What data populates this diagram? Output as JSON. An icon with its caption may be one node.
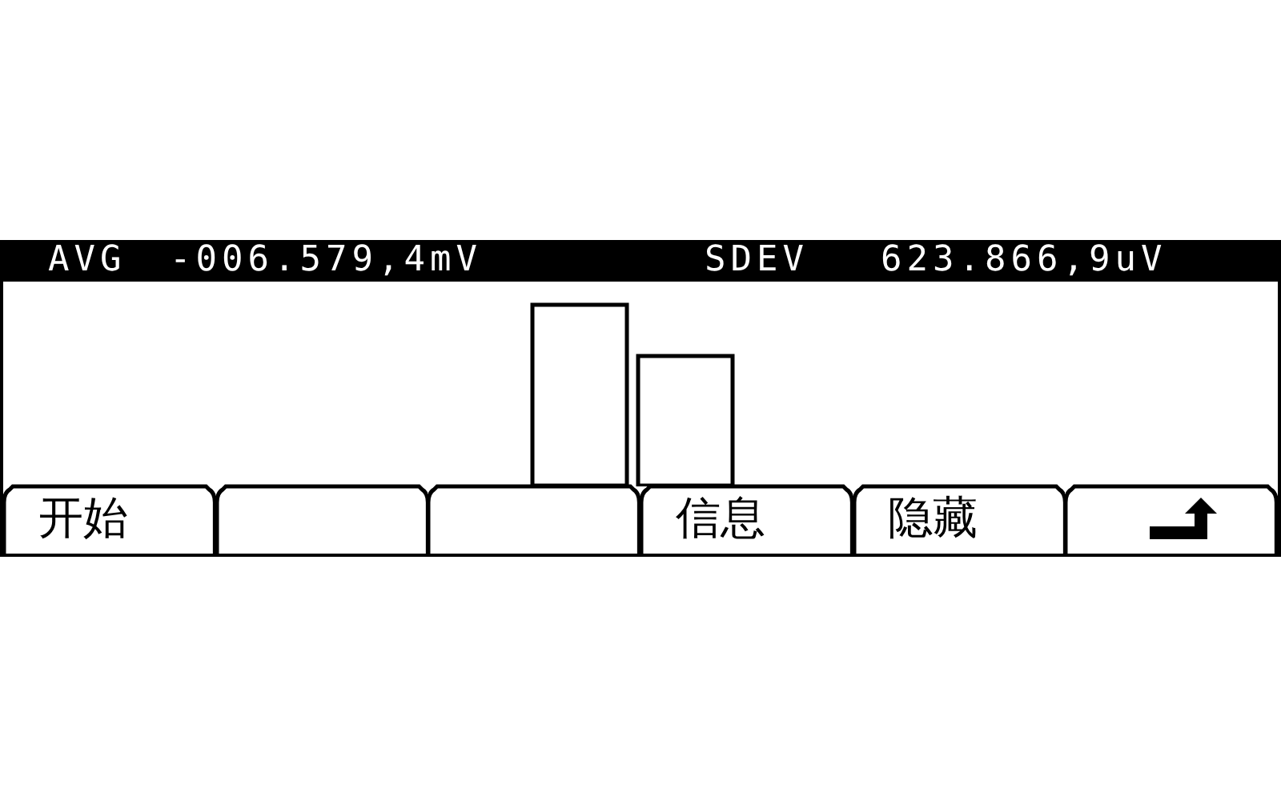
{
  "diagram": {
    "nodes": [
      {
        "text": [
          "开始"
        ]
      },
      {
        "text": [],
        "shape": "box"
      },
      {
        "text": [],
        "shape": "box"
      },
      {
        "text": [
          "信息"
        ]
      },
      {
        "text": [
          "隐藏"
        ]
      },
      {
        "text": [],
        "shape": "box"
      }
    ],
    "edges": [],
    "labels": [
      "AVG",
      "-006.579,4mV",
      "SDEV",
      "623.866,9uV"
    ]
  }
}
